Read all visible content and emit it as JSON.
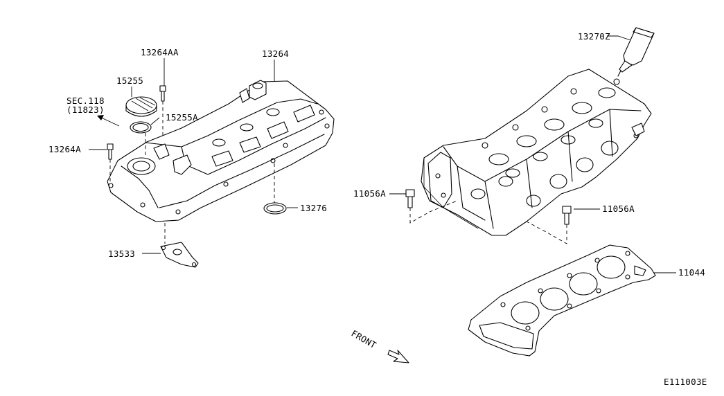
{
  "labels": {
    "l13264AA": "13264AA",
    "l13264": "13264",
    "l15255": "15255",
    "lsec1": "SEC.118",
    "lsec2": "(11823)",
    "l15255A": "15255A",
    "l13264A": "13264A",
    "l13276": "13276",
    "l13533": "13533",
    "l13270Z": "13270Z",
    "l11056A_left": "11056A",
    "l11056A_right": "11056A",
    "l11044": "11044",
    "front": "FRONT",
    "code": "E111003E"
  }
}
